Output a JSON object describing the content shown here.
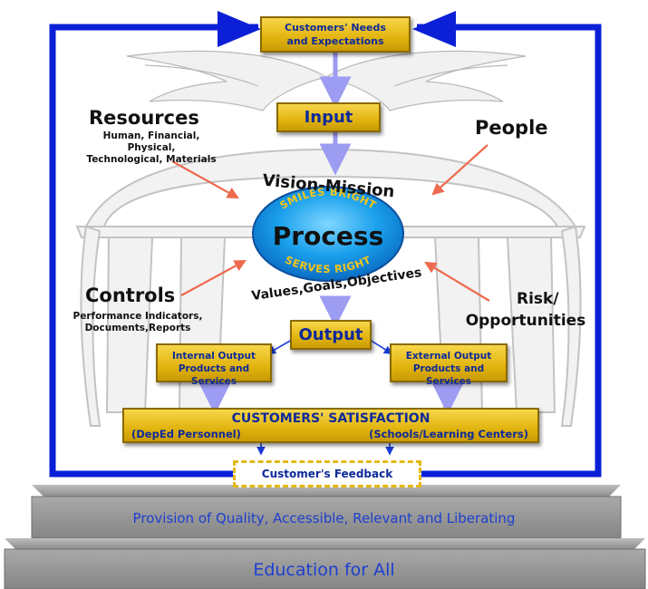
{
  "customers_needs": {
    "line1": "Customers' Needs",
    "line2": "and Expectations"
  },
  "input_label": "Input",
  "resources": {
    "title": "Resources",
    "line1": "Human, Financial, Physical,",
    "line2": "Technological, Materials"
  },
  "people_label": "People",
  "vision_mission": "Vision-Mission",
  "smiles_bright": "SMILES BRIGHT",
  "process_label": "Process",
  "serves_right": "SERVES RIGHT",
  "values_goals": "Values,Goals,Objectives",
  "controls": {
    "title": "Controls",
    "line1": "Performance Indicators,",
    "line2": "Documents,Reports"
  },
  "risk": {
    "line1": "Risk/",
    "line2": "Opportunities"
  },
  "output_label": "Output",
  "internal_output": {
    "line1": "Internal Output",
    "line2": "Products and Services"
  },
  "external_output": {
    "line1": "External Output",
    "line2": "Products and Services"
  },
  "satisfaction": {
    "title": "CUSTOMERS' SATISFACTION",
    "left": "(DepEd Personnel)",
    "right": "(Schools/Learning Centers)"
  },
  "feedback_label": "Customer's Feedback",
  "step_upper": "Provision of Quality, Accessible, Relevant and Liberating",
  "step_lower": "Education for All",
  "colors": {
    "frame_blue": "#0a1fd6",
    "gold": "#e8bd1c",
    "text_blue": "#0e2a9a",
    "arrow_lavender": "#9c9cf2",
    "arrow_red": "#ee6a4e",
    "stair_gray": "#8f8f8f"
  }
}
